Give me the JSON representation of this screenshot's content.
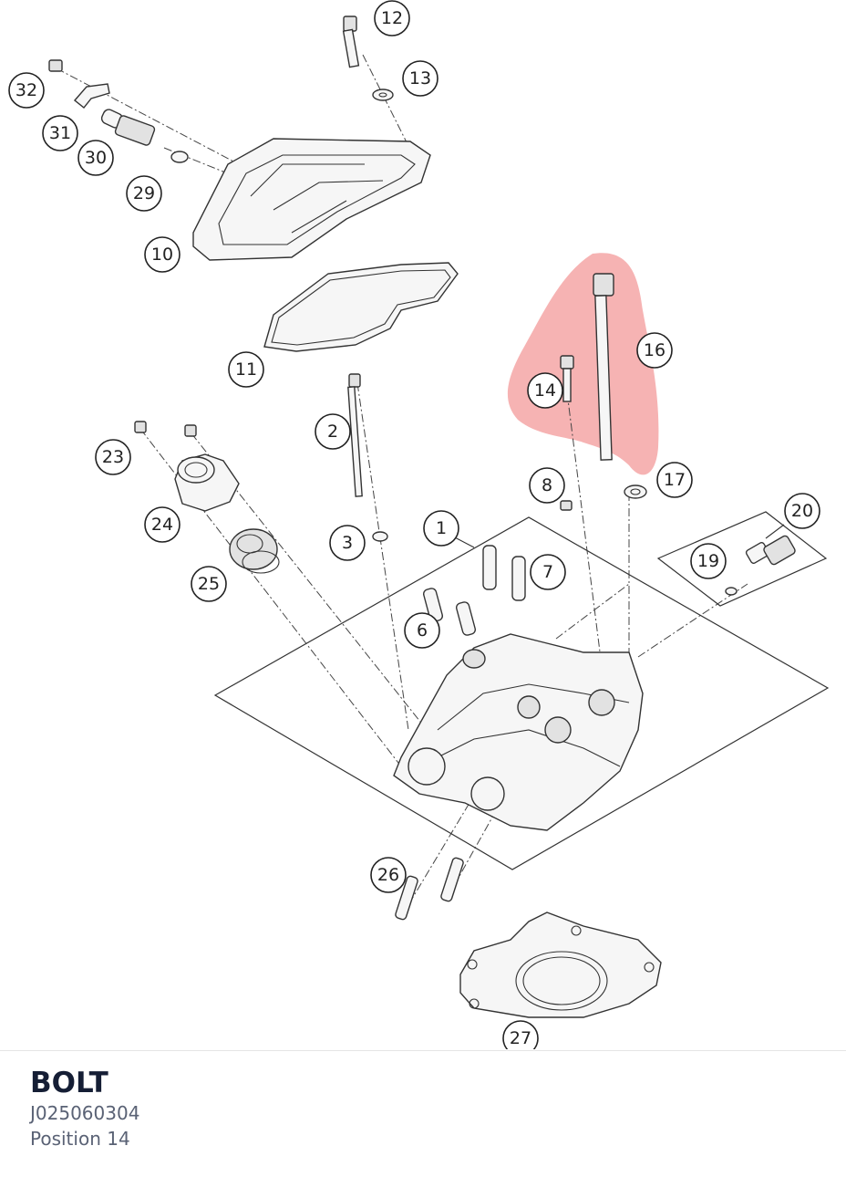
{
  "diagram": {
    "callouts": [
      {
        "label": "1"
      },
      {
        "label": "2"
      },
      {
        "label": "3"
      },
      {
        "label": "6"
      },
      {
        "label": "7"
      },
      {
        "label": "8"
      },
      {
        "label": "10"
      },
      {
        "label": "11"
      },
      {
        "label": "12"
      },
      {
        "label": "13"
      },
      {
        "label": "14"
      },
      {
        "label": "16"
      },
      {
        "label": "17"
      },
      {
        "label": "19"
      },
      {
        "label": "20"
      },
      {
        "label": "23"
      },
      {
        "label": "24"
      },
      {
        "label": "25"
      },
      {
        "label": "26"
      },
      {
        "label": "27"
      },
      {
        "label": "29"
      },
      {
        "label": "30"
      },
      {
        "label": "31"
      },
      {
        "label": "32"
      }
    ],
    "highlight_color": "#f08080",
    "selected_callout": "14"
  },
  "part": {
    "name": "BOLT",
    "number": "J025060304",
    "position": "Position 14"
  }
}
